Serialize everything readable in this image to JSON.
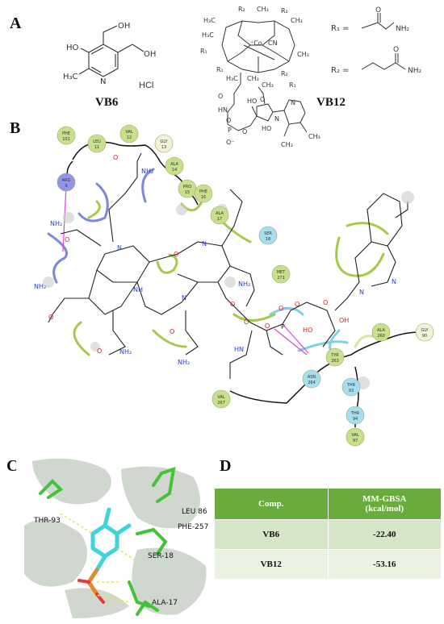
{
  "panels": {
    "a": "A",
    "b": "B",
    "c": "C",
    "d": "D"
  },
  "panel_a": {
    "vb6_label": "VB6",
    "vb12_label": "VB12",
    "hcl": "HCl",
    "vb6_atoms": {
      "oh_top": "OH",
      "ho_left": "HO",
      "oh_right": "OH",
      "h3c": "H₃C",
      "n": "N"
    },
    "r1_def": "R₁ = ",
    "r2_def": "R₂ = ",
    "nh2": "NH₂",
    "o": "O",
    "vb12_atoms": {
      "r2_a": "R₂",
      "ch3_a": "CH₃",
      "r2_b": "R₂",
      "h3c_a": "H₃C",
      "ch3_b": "CH₃",
      "co": "⁺Co",
      "cn": "CN",
      "ch3_c": "CH₃",
      "r1_a": "R₁",
      "h3c_b": "H₃C",
      "r1_b": "R₁",
      "h3c_c": "H₃C",
      "ch3_d": "CH₃",
      "r2_c": "R₂",
      "ch3_e": "CH₃",
      "r1_c": "R₁",
      "o_a": "O",
      "hn": "HN",
      "ho": "HO",
      "o_b": "O",
      "p": "P",
      "o_c": "O",
      "o_d": "O",
      "o_minus": "O⁻",
      "n_a": "N",
      "n_b": "N",
      "ch3_f": "CH₃",
      "ch3_g": "CH₃",
      "ho_b": "HO"
    }
  },
  "panel_b": {
    "residues": [
      {
        "id": "phe101",
        "name": "PHE",
        "num": "101",
        "color": "#c9e08a"
      },
      {
        "id": "leu11",
        "name": "LEU",
        "num": "11",
        "color": "#c9e08a"
      },
      {
        "id": "val12",
        "name": "VAL",
        "num": "12",
        "color": "#c9e08a"
      },
      {
        "id": "gly13",
        "name": "GLY",
        "num": "13",
        "color": "#f2f2d8"
      },
      {
        "id": "ala14",
        "name": "ALA",
        "num": "14",
        "color": "#c9e08a"
      },
      {
        "id": "pro15",
        "name": "PRO",
        "num": "15",
        "color": "#c9e08a"
      },
      {
        "id": "phe16",
        "name": "PHE",
        "num": "16",
        "color": "#c9e08a"
      },
      {
        "id": "ala17",
        "name": "ALA",
        "num": "17",
        "color": "#c9e08a"
      },
      {
        "id": "ser18",
        "name": "SER",
        "num": "18",
        "color": "#a6dff0"
      },
      {
        "id": "arg9",
        "name": "ARG",
        "num": "9",
        "color": "#8f95e8"
      },
      {
        "id": "met271",
        "name": "MET",
        "num": "271",
        "color": "#c9e08a"
      },
      {
        "id": "ala260",
        "name": "ALA",
        "num": "260",
        "color": "#c9e08a"
      },
      {
        "id": "gly90",
        "name": "GLY",
        "num": "90",
        "color": "#f2f2d8"
      },
      {
        "id": "tyr263",
        "name": "TYR",
        "num": "263",
        "color": "#c9e08a"
      },
      {
        "id": "thr93",
        "name": "THR",
        "num": "93",
        "color": "#a6dff0"
      },
      {
        "id": "val267",
        "name": "VAL",
        "num": "267",
        "color": "#c9e08a"
      },
      {
        "id": "asn264",
        "name": "ASN",
        "num": "264",
        "color": "#a6dff0"
      },
      {
        "id": "thr94",
        "name": "THR",
        "num": "94",
        "color": "#a6dff0"
      },
      {
        "id": "val97",
        "name": "VAL",
        "num": "97",
        "color": "#c9e08a"
      }
    ],
    "atoms": {
      "nh2": "NH₂",
      "o": "O",
      "n": "N",
      "nh": "NH",
      "hn": "HN",
      "oh": "OH",
      "ho": "HO",
      "p": "P",
      "o_minus": "O⁻"
    }
  },
  "panel_c": {
    "labels": {
      "thr93": "THR-93",
      "leu86": "LEU 86",
      "phe257": "PHE-257",
      "ser18": "SER-18",
      "ala17": "ALA-17"
    }
  },
  "panel_d": {
    "header": {
      "comp": "Comp.",
      "mmgbsa_line1": "MM-GBSA",
      "mmgbsa_line2": "(kcal/mol)"
    },
    "rows": [
      {
        "comp": "VB6",
        "value": "-22.40"
      },
      {
        "comp": "VB12",
        "value": "-53.16"
      }
    ],
    "colors": {
      "header": "#6aab3e",
      "row1": "#d6e6c8",
      "row2": "#eaf2e1"
    }
  }
}
